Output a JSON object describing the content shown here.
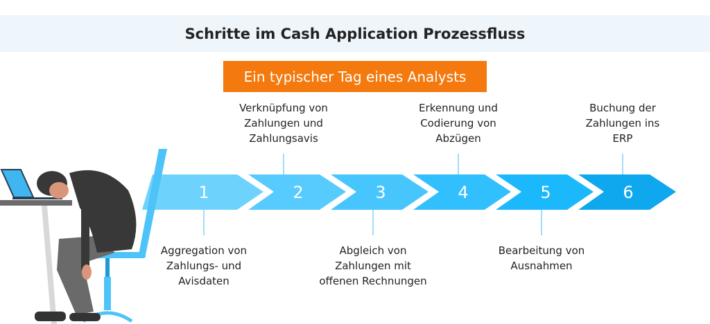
{
  "title": "Schritte im Cash Application Prozessfluss",
  "subtitle": "Ein typischer Tag eines Analysts",
  "steps": [
    {
      "number": "1",
      "label_lines": [
        "Aggregation von",
        "Zahlungs- und",
        "Avisdaten"
      ],
      "color": "#6dd3fd"
    },
    {
      "number": "2",
      "label_lines": [
        "Verknüpfung von",
        "Zahlungen und",
        "Zahlungsavis"
      ],
      "color": "#57cbfd"
    },
    {
      "number": "3",
      "label_lines": [
        "Abgleich von",
        "Zahlungen mit",
        "offenen Rechnungen"
      ],
      "color": "#47c6fd"
    },
    {
      "number": "4",
      "label_lines": [
        "Erkennung und",
        "Codierung von",
        "Abzügen"
      ],
      "color": "#31bffd"
    },
    {
      "number": "5",
      "label_lines": [
        "Bearbeitung von",
        "Ausnahmen"
      ],
      "color": "#1cb8fc"
    },
    {
      "number": "6",
      "label_lines": [
        "Buchung der",
        "Zahlungen ins",
        "ERP"
      ],
      "color": "#0fa8ee"
    }
  ]
}
